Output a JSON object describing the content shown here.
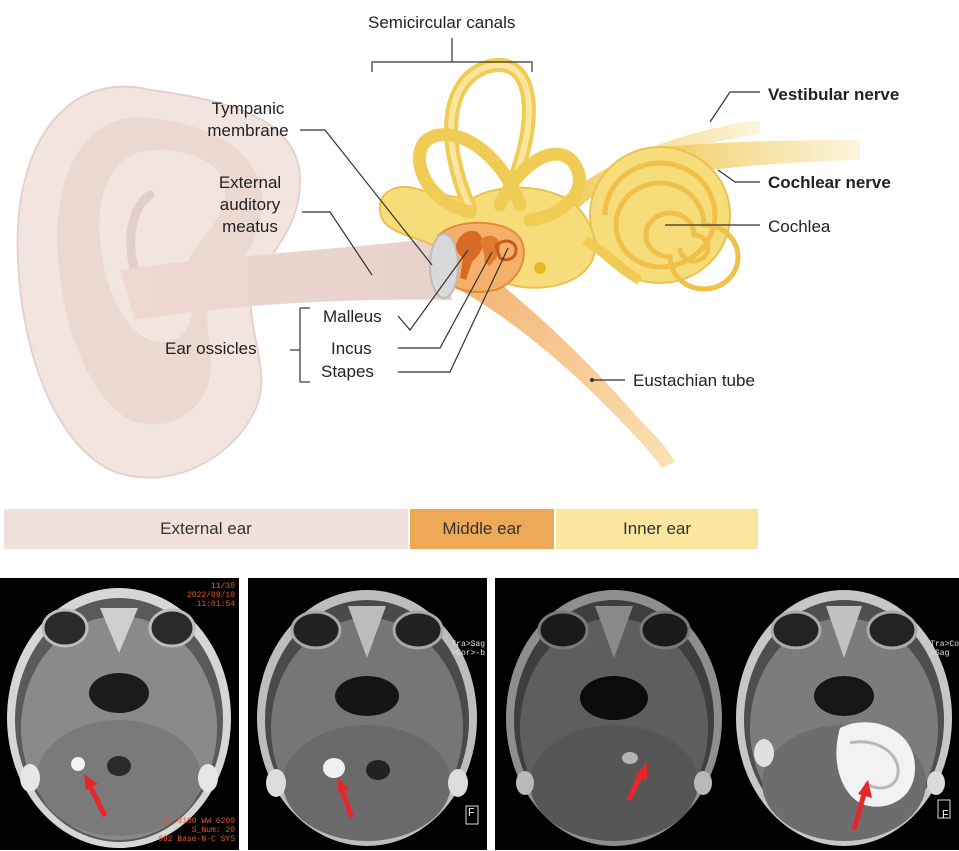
{
  "diagram": {
    "labels": {
      "semicircular_canals": "Semicircular canals",
      "vestibular_nerve": "Vestibular nerve",
      "tympanic_membrane": "Tympanic\nmembrane",
      "external_auditory_meatus": "External\nauditory\nmeatus",
      "cochlear_nerve": "Cochlear nerve",
      "cochlea": "Cochlea",
      "malleus": "Malleus",
      "incus": "Incus",
      "stapes": "Stapes",
      "ear_ossicles": "Ear ossicles",
      "eustachian_tube": "Eustachian tube"
    },
    "regions": [
      {
        "label": "External ear",
        "color": "#f1e1dc"
      },
      {
        "label": "Middle ear",
        "color": "#eda955"
      },
      {
        "label": "Inner ear",
        "color": "#fbe6a0"
      }
    ],
    "colors": {
      "outer_ear": "#f2e4df",
      "outer_ear_shade": "#e6d2cb",
      "inner_ear": "#f7d86b",
      "nerve": "#f0cb5a",
      "middle_ear": "#e8893a",
      "arrow": "#e8262a"
    }
  },
  "mri_panels": [
    {
      "name": "mri-scan-1",
      "corner_text": "11/30\n2022/09/10\n11:01:54",
      "bottom_text": "WC 3100 WW 6200\nS_Num: 20\n092 Base-N-C SYS"
    },
    {
      "name": "mri-scan-2",
      "side_text": "Tra>Sag\n>Cor>-b",
      "marker": "F"
    },
    {
      "name": "mri-scan-3"
    },
    {
      "name": "mri-scan-4",
      "side_text": "Tra>Co\n>Sag",
      "marker": "F"
    }
  ]
}
